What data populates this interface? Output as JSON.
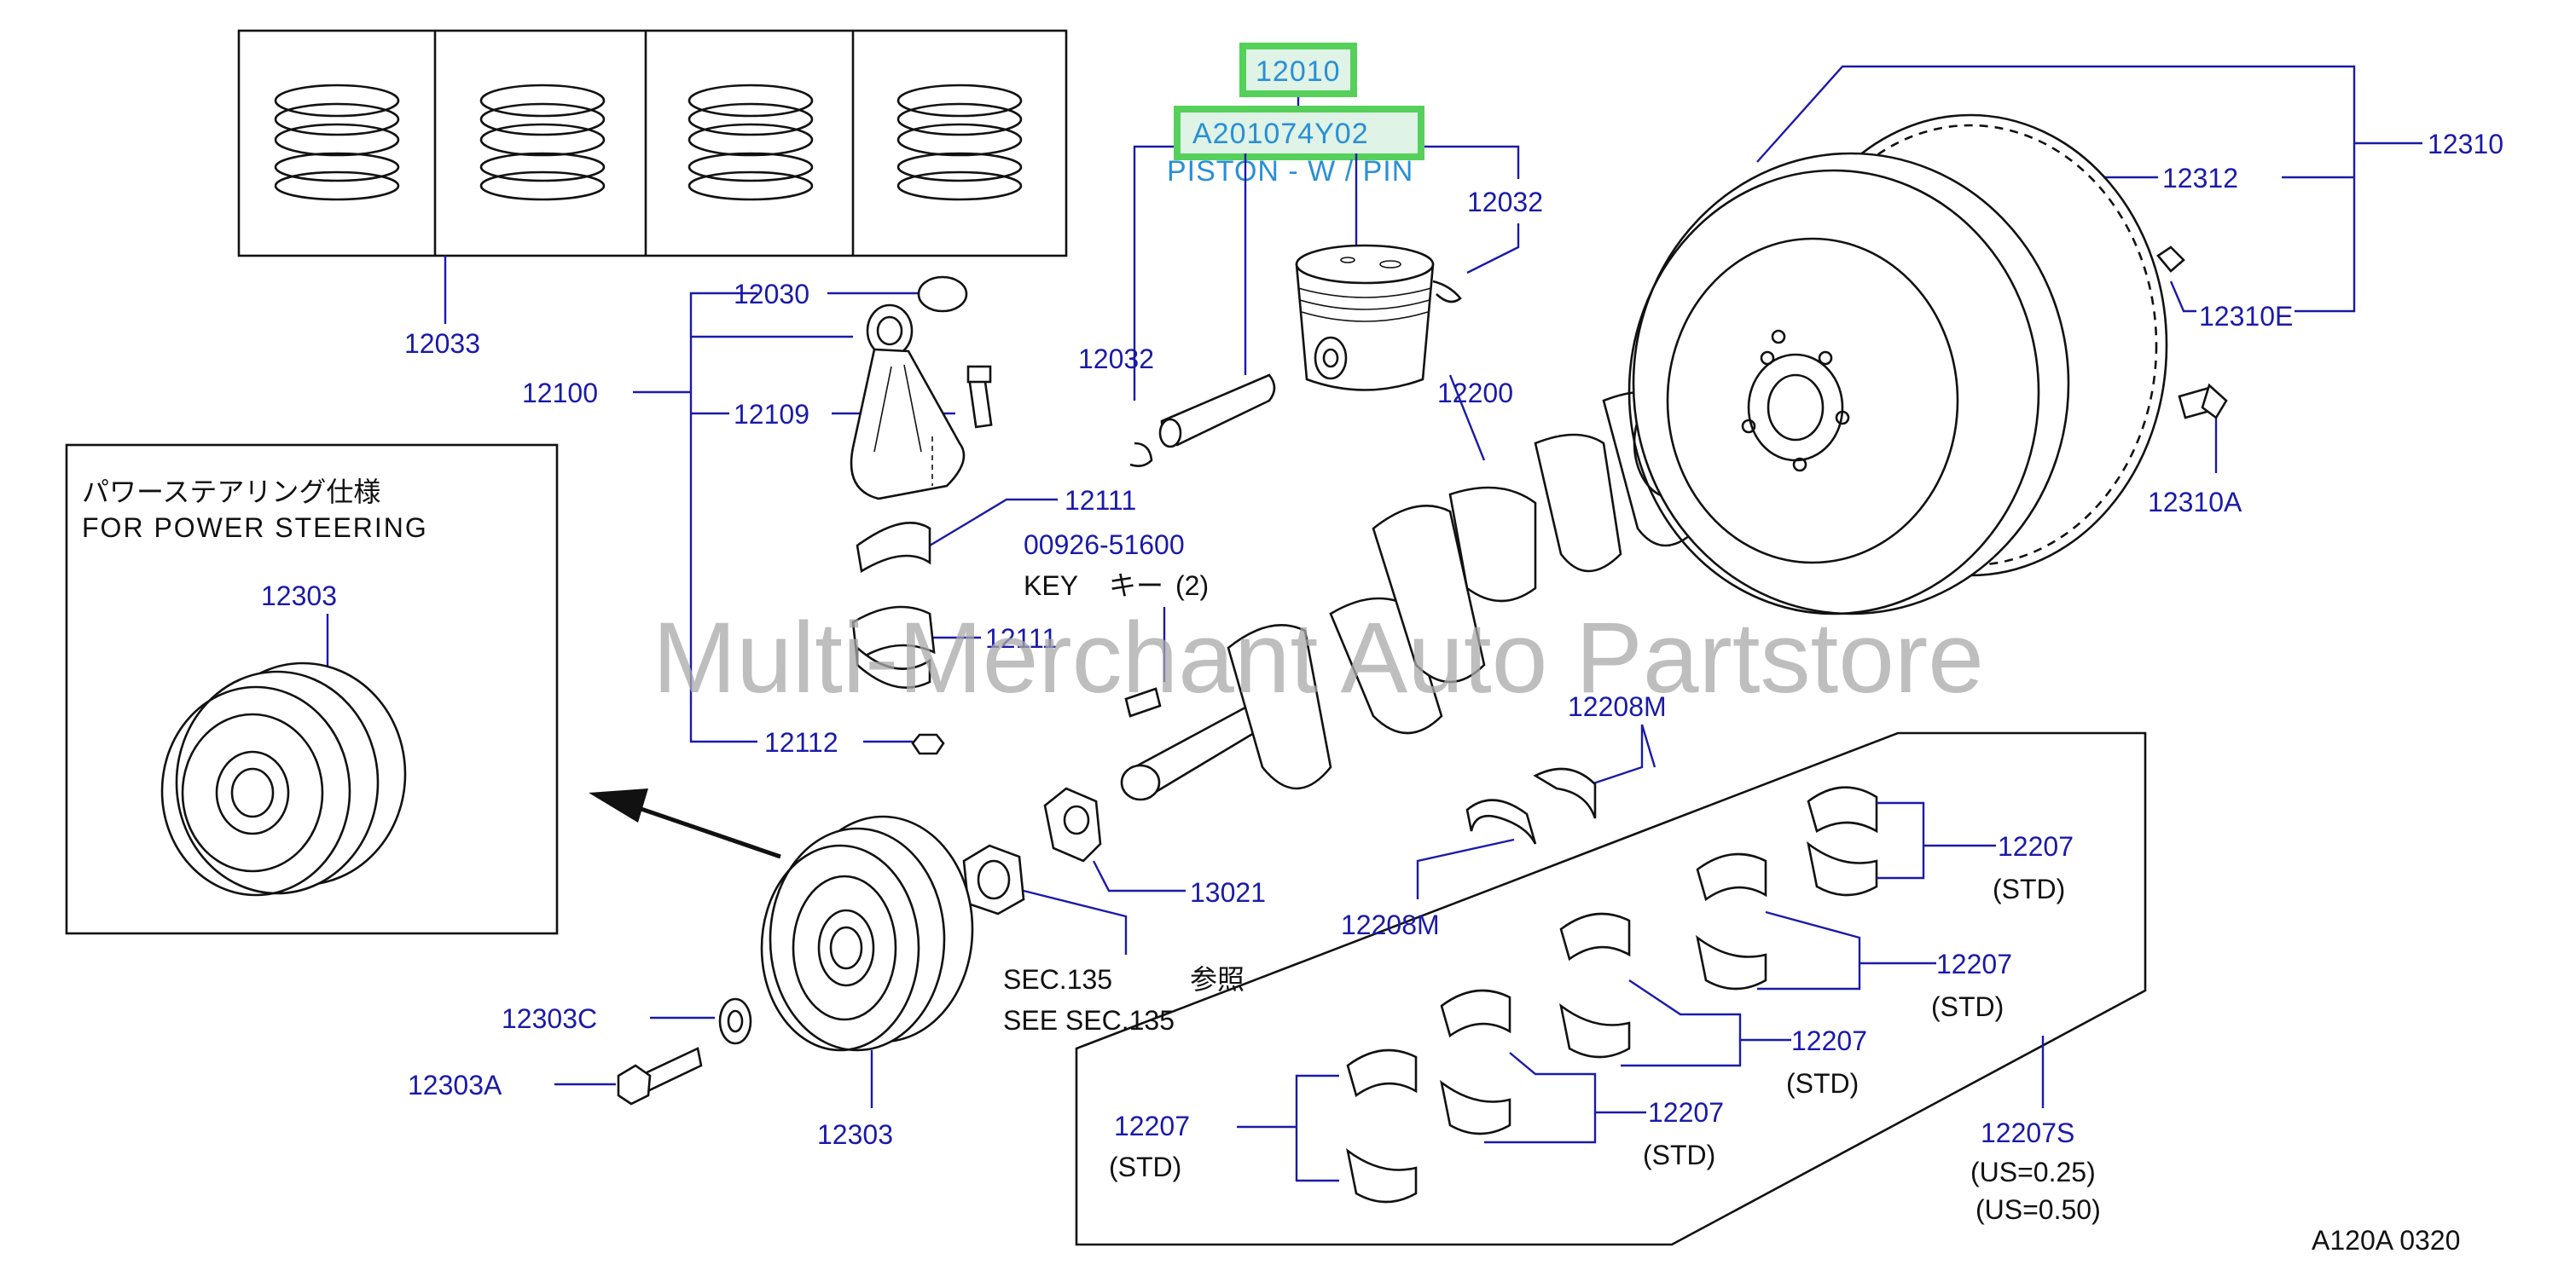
{
  "highlight": {
    "part_number": "12010",
    "oem_number": "A201074Y02",
    "description": "PISTON - W / PIN",
    "color": "#55d05a",
    "text_color": "#2a8fd6"
  },
  "watermark": "Multi-Merchant Auto Partstore",
  "inset": {
    "title_jp": "パワーステアリング仕様",
    "title_en": "FOR  POWER  STEERING",
    "part": "12303"
  },
  "labels": {
    "p12033": "12033",
    "p12030": "12030",
    "p12100": "12100",
    "p12109": "12109",
    "p12111a": "12111",
    "p12111b": "12111",
    "p12112": "12112",
    "p12032a": "12032",
    "p12032b": "12032",
    "key_no": "00926-51600",
    "key_name": "KEY",
    "key_jp": "キー",
    "key_qty": "(2)",
    "p12200": "12200",
    "p12310": "12310",
    "p12312": "12312",
    "p12310E": "12310E",
    "p12310A": "12310A",
    "p12208Ma": "12208M",
    "p12208Mb": "12208M",
    "p13021": "13021",
    "sec_a": "SEC.135",
    "sec_jp": "参照",
    "sec_b": "SEE  SEC.135",
    "p12303C": "12303C",
    "p12303A": "12303A",
    "p12303": "12303",
    "p12207a": "12207",
    "p12207b": "12207",
    "p12207c": "12207",
    "p12207d": "12207",
    "p12207e": "12207",
    "std": "(STD)",
    "p12207S": "12207S",
    "us025": "(US=0.25)",
    "us050": "(US=0.50)",
    "diagram_code": "A120A  0320"
  }
}
